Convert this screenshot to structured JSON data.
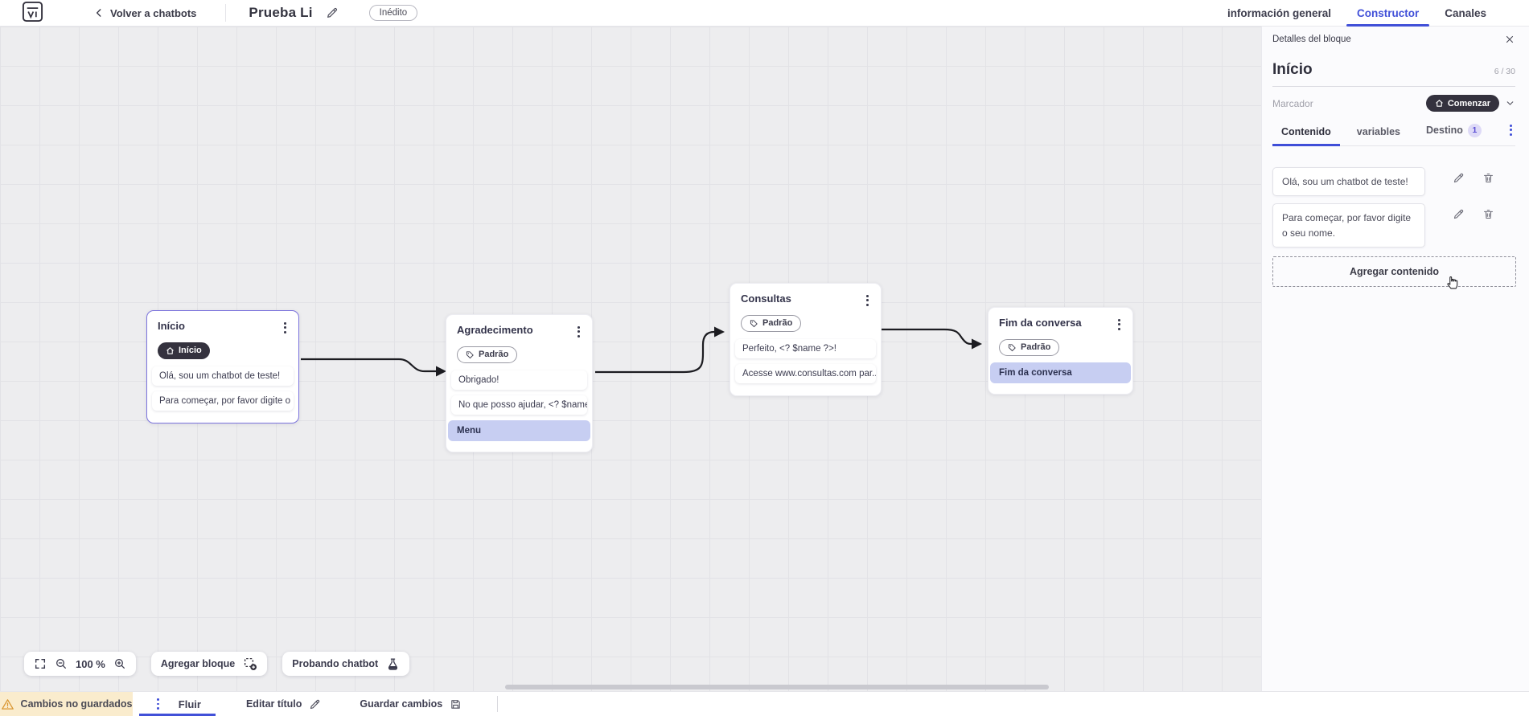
{
  "topbar": {
    "back_label": "Volver a chatbots",
    "title": "Prueba Li",
    "status_badge": "Inédito",
    "tabs": [
      {
        "label": "información general",
        "active": false
      },
      {
        "label": "Constructor",
        "active": true
      },
      {
        "label": "Canales",
        "active": false
      }
    ]
  },
  "canvas": {
    "zoom_level": "100 %",
    "add_block_label": "Agregar bloque",
    "test_chatbot_label": "Probando chatbot",
    "blocks": [
      {
        "title": "Início",
        "badge": "Início",
        "items": [
          {
            "text": "Olá, sou um chatbot de teste!",
            "highlight": false
          },
          {
            "text": "Para começar, por favor digite o ...",
            "highlight": false
          }
        ]
      },
      {
        "title": "Agradecimento",
        "badge": "Padrão",
        "items": [
          {
            "text": "Obrigado!",
            "highlight": false
          },
          {
            "text": "No que posso ajudar, <? $name ...",
            "highlight": false
          },
          {
            "text": "Menu",
            "highlight": true
          }
        ]
      },
      {
        "title": "Consultas",
        "badge": "Padrão",
        "items": [
          {
            "text": "Perfeito, <? $name ?>!",
            "highlight": false
          },
          {
            "text": "Acesse www.consultas.com par...",
            "highlight": false
          }
        ]
      },
      {
        "title": "Fim da conversa",
        "badge": "Padrão",
        "items": [
          {
            "text": "Fim da conversa",
            "highlight": true
          }
        ]
      }
    ]
  },
  "panel": {
    "header": "Detalles del bloque",
    "block_name": "Início",
    "char_counter": "6 / 30",
    "marker_label": "Marcador",
    "marker_value": "Comenzar",
    "tabs": [
      {
        "label": "Contenido",
        "active": true
      },
      {
        "label": "variables",
        "active": false
      },
      {
        "label": "Destino",
        "active": false,
        "badge": "1"
      }
    ],
    "contents": [
      "Olá, sou um chatbot de teste!",
      "Para começar, por favor digite o seu nome."
    ],
    "add_content_label": "Agregar contenido"
  },
  "bottombar": {
    "unsaved_label": "Cambios no guardados",
    "flow_tab_label": "Fluir",
    "edit_title_label": "Editar título",
    "save_label": "Guardar cambios"
  },
  "colors": {
    "accent": "#4150d8",
    "dark_badge": "#34323e",
    "highlight_item": "#c7cef2",
    "selected_block_border": "#7c74dd",
    "warning_bg": "#faeccd",
    "warning_icon": "#d9952f",
    "canvas_bg": "#ededef"
  },
  "icons": [
    "app-logo",
    "back-chevron",
    "edit-pencil",
    "trash",
    "close-x",
    "home",
    "tag",
    "chevron-down",
    "kebab-menu",
    "fullscreen",
    "zoom-out",
    "zoom-in",
    "add-block",
    "flask",
    "warning-triangle",
    "save-floppy",
    "hand-cursor"
  ]
}
